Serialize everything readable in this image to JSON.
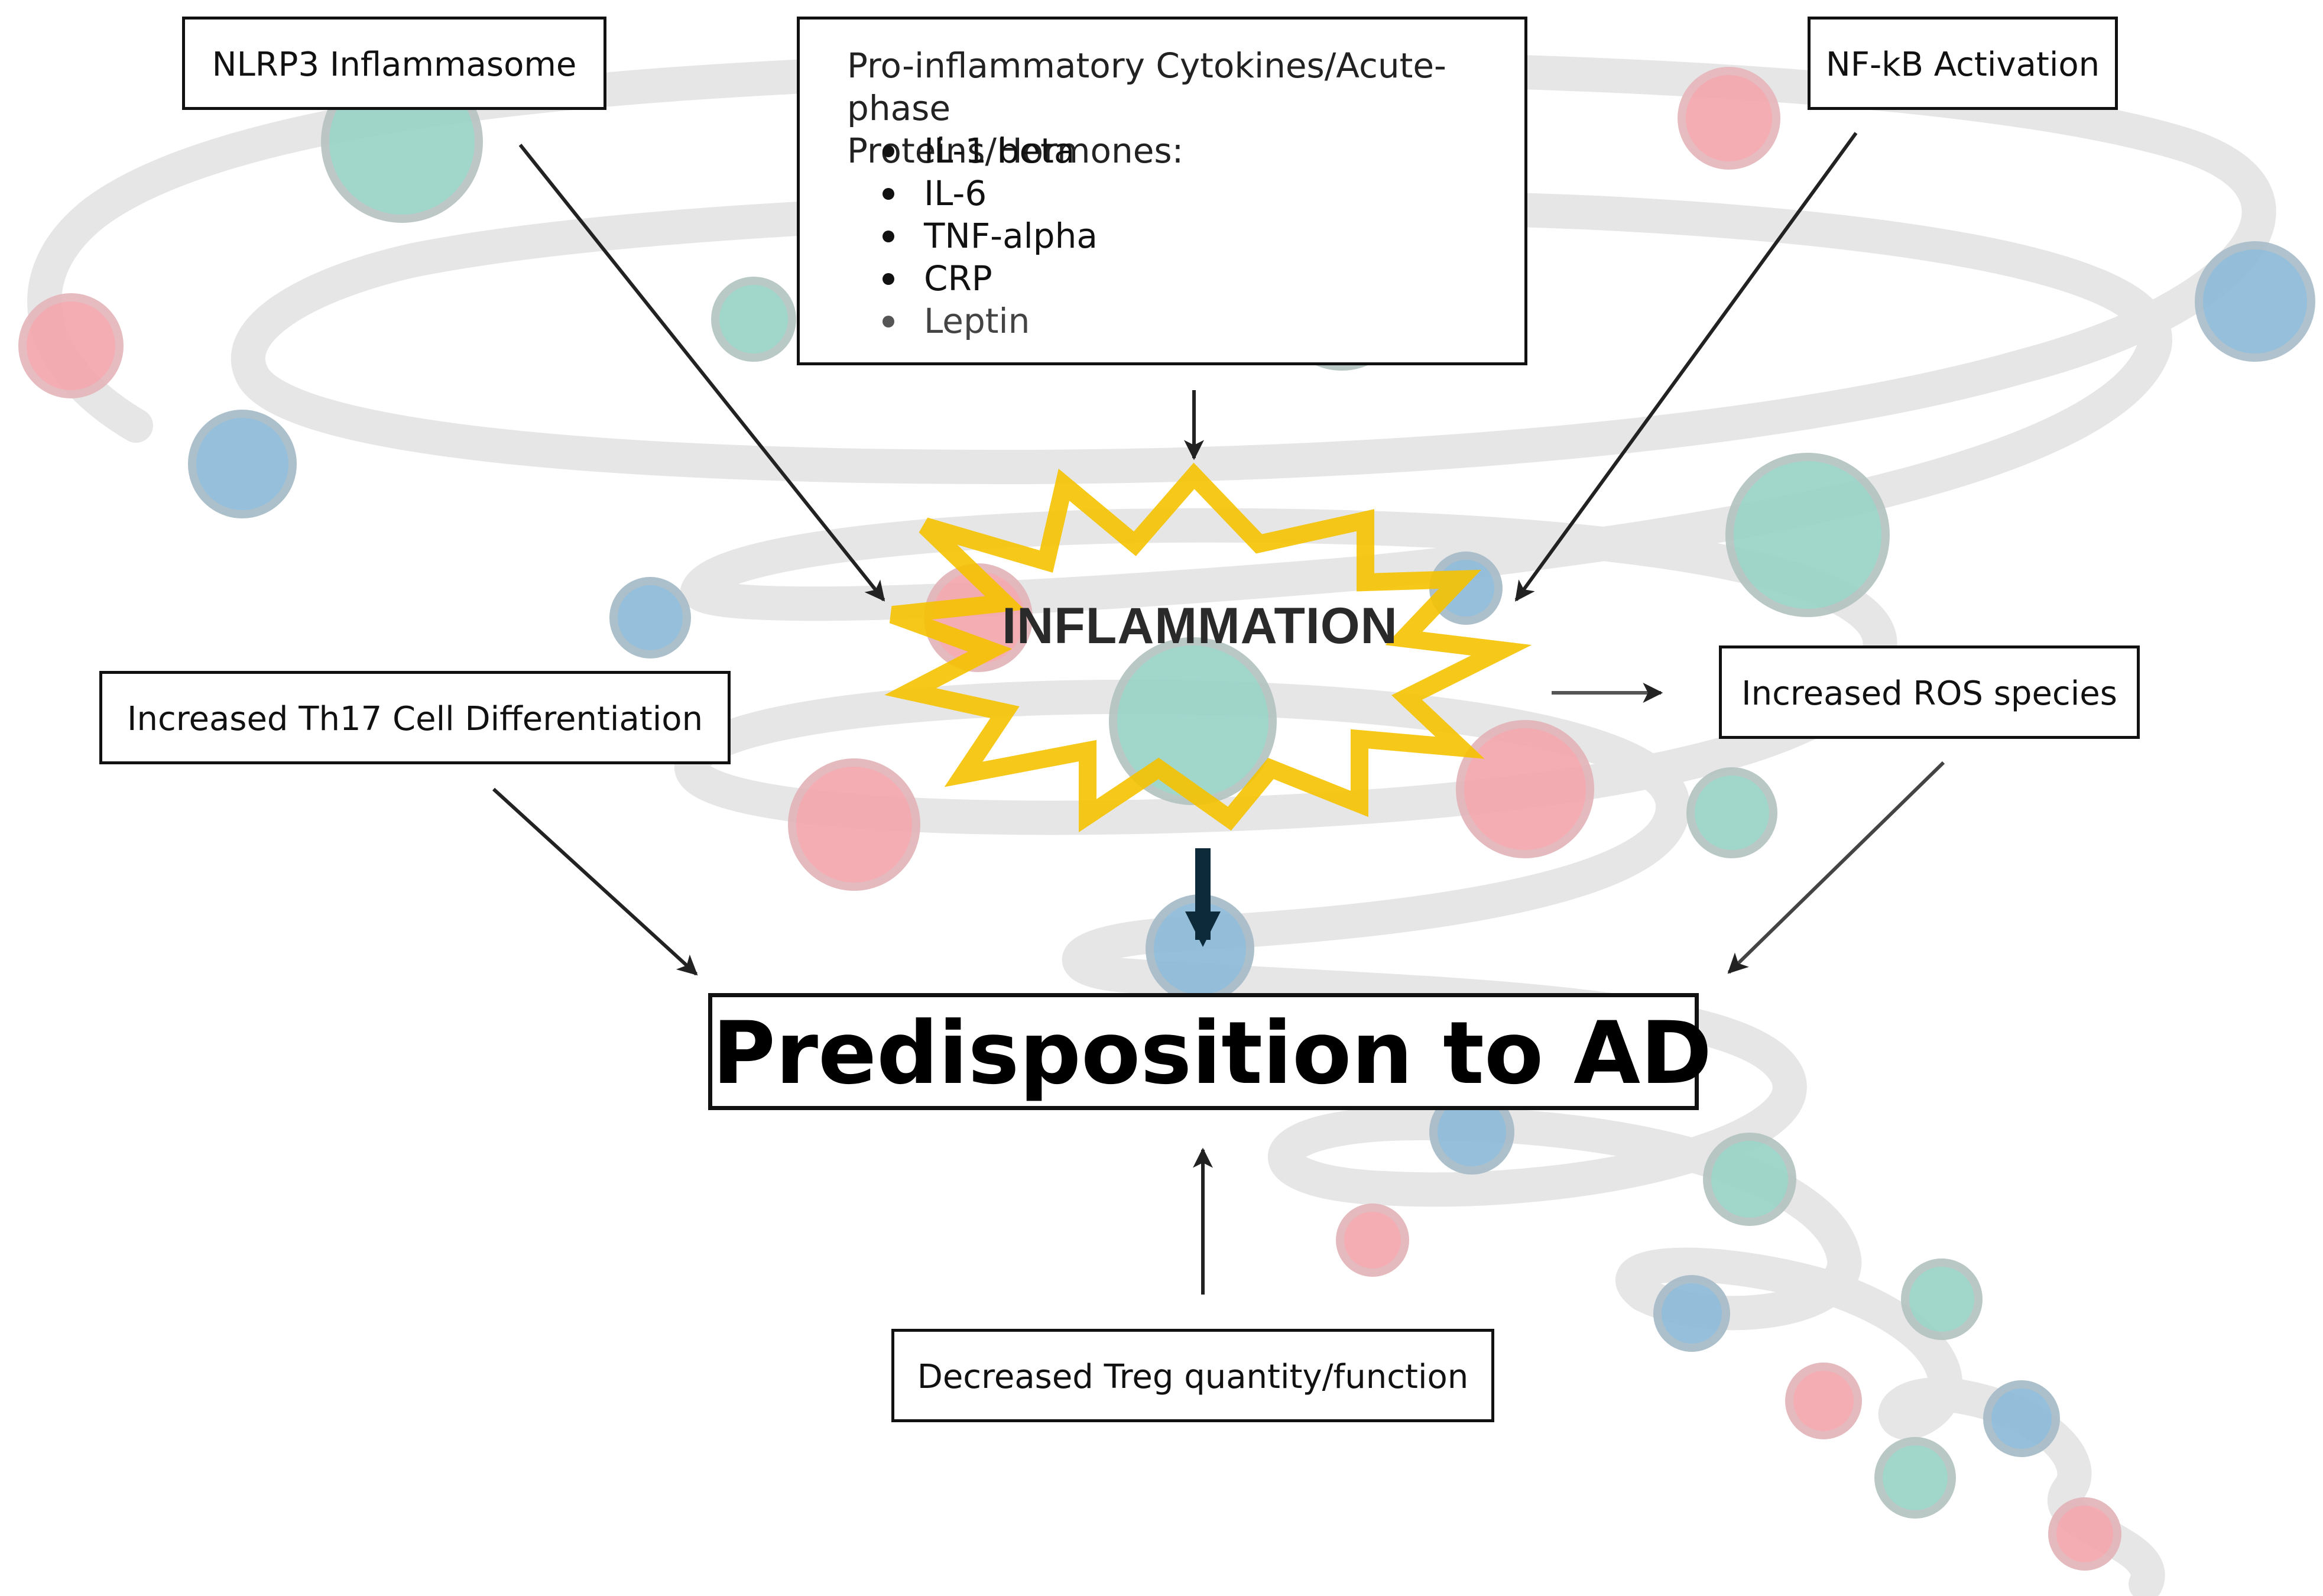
{
  "nodes": {
    "nlrp3": "NLRP3 Inflammasome",
    "cytokines_title_line1": "Pro-inflammatory Cytokines/Acute-phase",
    "cytokines_title_line2": "Proteins/Hormones:",
    "cytokines_items": [
      "IL-1 beta",
      "IL-6",
      "TNF-alpha",
      "CRP",
      "Leptin"
    ],
    "nfkb": "NF-kB Activation",
    "inflammation": "INFLAMMATION",
    "th17": "Increased Th17 Cell Differentiation",
    "ros": "Increased ROS species",
    "outcome": "Predisposition to AD",
    "treg": "Decreased Treg quantity/function"
  },
  "colors": {
    "pink": "#f2a7ad",
    "blue": "#8ebad8",
    "teal": "#9ad3c7",
    "starburst": "#f5c200",
    "swirl": "#e4e4e4",
    "arrow": "#222222"
  }
}
